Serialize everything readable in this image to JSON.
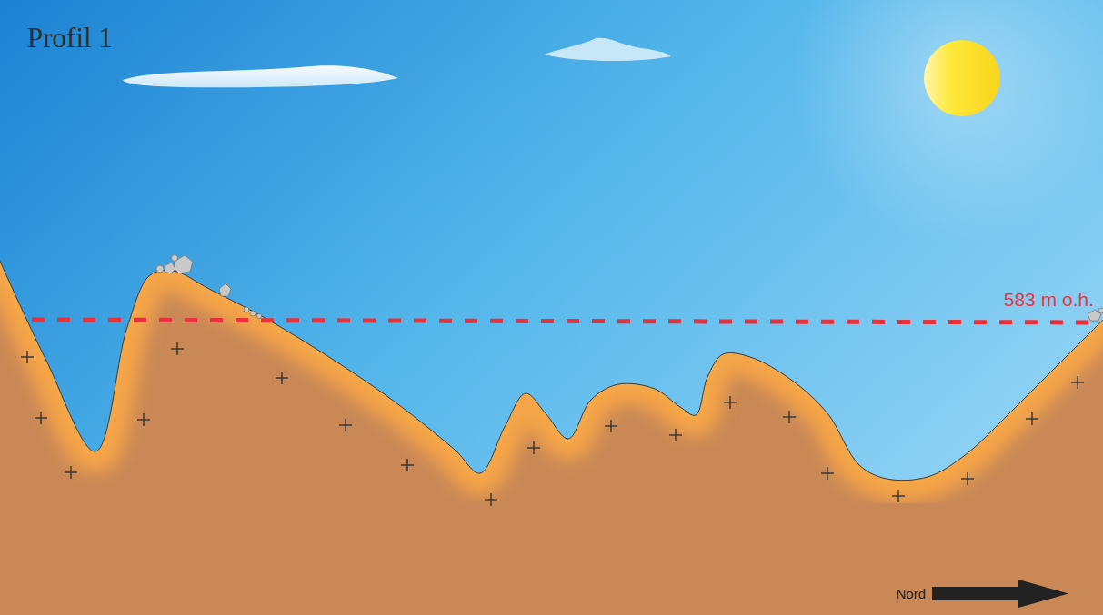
{
  "diagram": {
    "title": "Profil 1",
    "labels": [
      "583 m o.h.",
      "Nord"
    ]
  }
}
